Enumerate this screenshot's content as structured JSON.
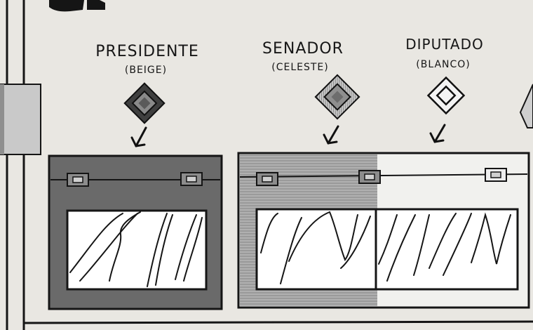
{
  "labels": {
    "presidente": {
      "title": "PRESIDENTE",
      "color_note": "(BEIGE)"
    },
    "senador": {
      "title": "SENADOR",
      "color_note": "(CELESTE)"
    },
    "diputado": {
      "title": "DIPUTADO",
      "color_note": "(BLANCO)"
    }
  },
  "colors": {
    "paper": "#e9e7e2",
    "ink": "#161616",
    "beige_ballot": "#6a6a6a",
    "celeste_ballot": "#a3a3a3",
    "blanco_ballot": "#f1f1ee",
    "card": "#ffffff"
  },
  "icons": {
    "presidente": "filled-diamond-icon",
    "senador": "hatched-diamond-icon",
    "diputado": "outline-diamond-icon",
    "arrow": "down-left-arrow-icon",
    "seal": "perforation-seal-icon"
  }
}
